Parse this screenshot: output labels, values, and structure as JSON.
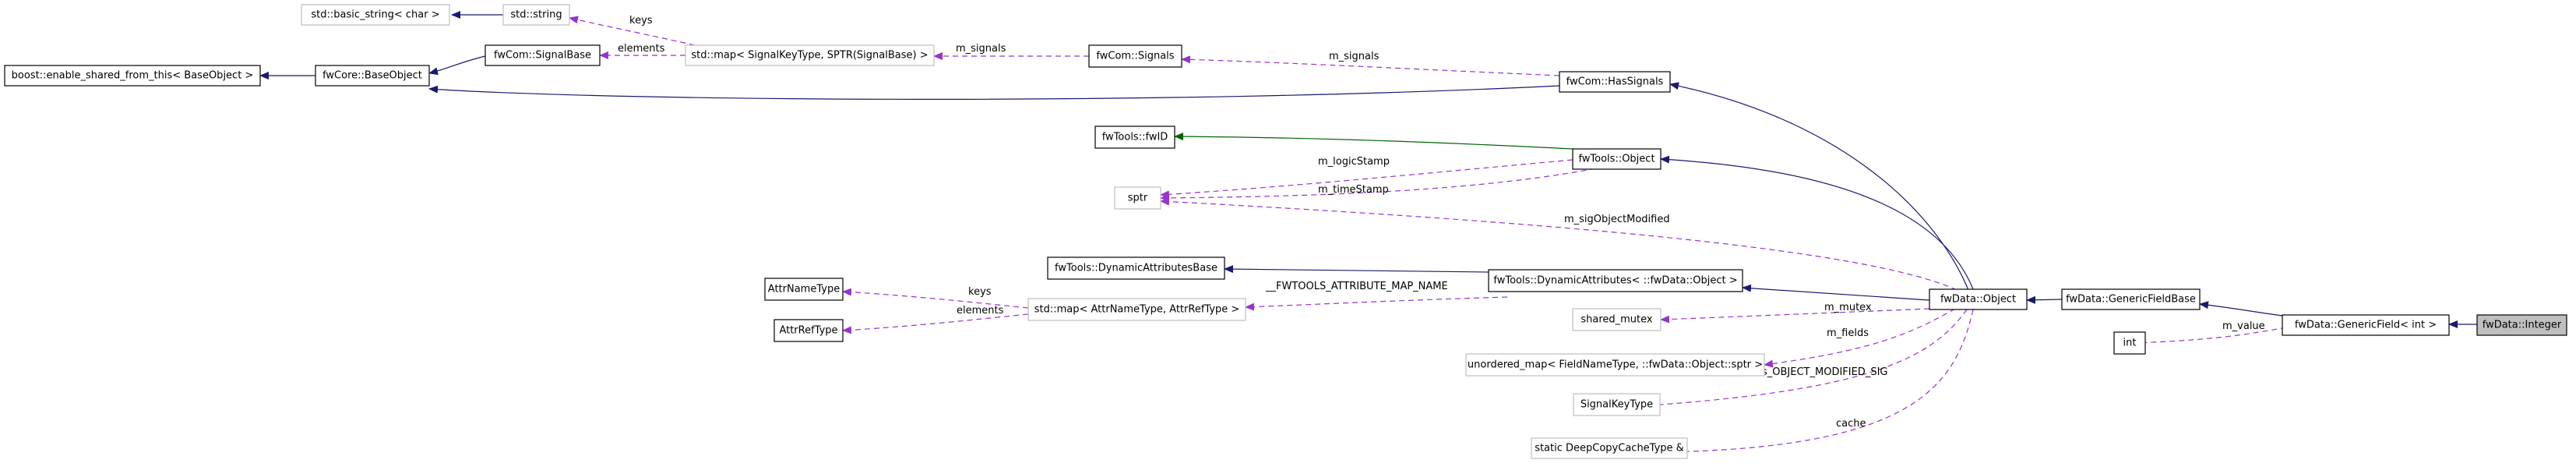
{
  "nodes": {
    "basic_string": "std::basic_string< char >",
    "std_string": "std::string",
    "enable_shared": "boost::enable_shared_from_this< BaseObject >",
    "baseobject": "fwCore::BaseObject",
    "signalbase": "fwCom::SignalBase",
    "signal_map": "std::map< SignalKeyType, SPTR(SignalBase) >",
    "signals": "fwCom::Signals",
    "hassignals": "fwCom::HasSignals",
    "fwid": "fwTools::fwID",
    "tools_object": "fwTools::Object",
    "sptr": "sptr",
    "dynattr_base": "fwTools::DynamicAttributesBase",
    "dynattr": "fwTools::DynamicAttributes< ::fwData::Object >",
    "attrnametype": "AttrNameType",
    "attrreftype": "AttrRefType",
    "attr_map": "std::map< AttrNameType, AttrRefType >",
    "shared_mutex": "shared_mutex",
    "data_object": "fwData::Object",
    "unordered_map": "unordered_map< FieldNameType, ::fwData::Object::sptr >",
    "signalkeytype": "SignalKeyType",
    "deepcopy": "static DeepCopyCacheType &",
    "genericfieldbase": "fwData::GenericFieldBase",
    "int": "int",
    "genericfield": "fwData::GenericField< int >",
    "integer": "fwData::Integer"
  },
  "edge_labels": {
    "keys_string": "keys",
    "elements_signal": "elements",
    "m_signals_map": "m_signals",
    "m_signals_hs": "m_signals",
    "m_logicstamp": "m_logicStamp",
    "m_timestamp": "m_timeStamp",
    "m_sigobjectmodified": "m_sigObjectModified",
    "fwtools_attr_map": "__FWTOOLS_ATTRIBUTE_MAP_NAME",
    "keys_attr": "keys",
    "elements_attr": "elements",
    "m_mutex": "m_mutex",
    "m_fields": "m_fields",
    "s_object_modified": "s_OBJECT_MODIFIED_SIG",
    "cache": "cache",
    "m_value": "m_value"
  },
  "colors": {
    "inheritance": "#191970",
    "usage": "#9a32cd",
    "friend": "#006400",
    "selected_fill": "#bfbfbf",
    "grey_border": "#bfbfbf"
  }
}
